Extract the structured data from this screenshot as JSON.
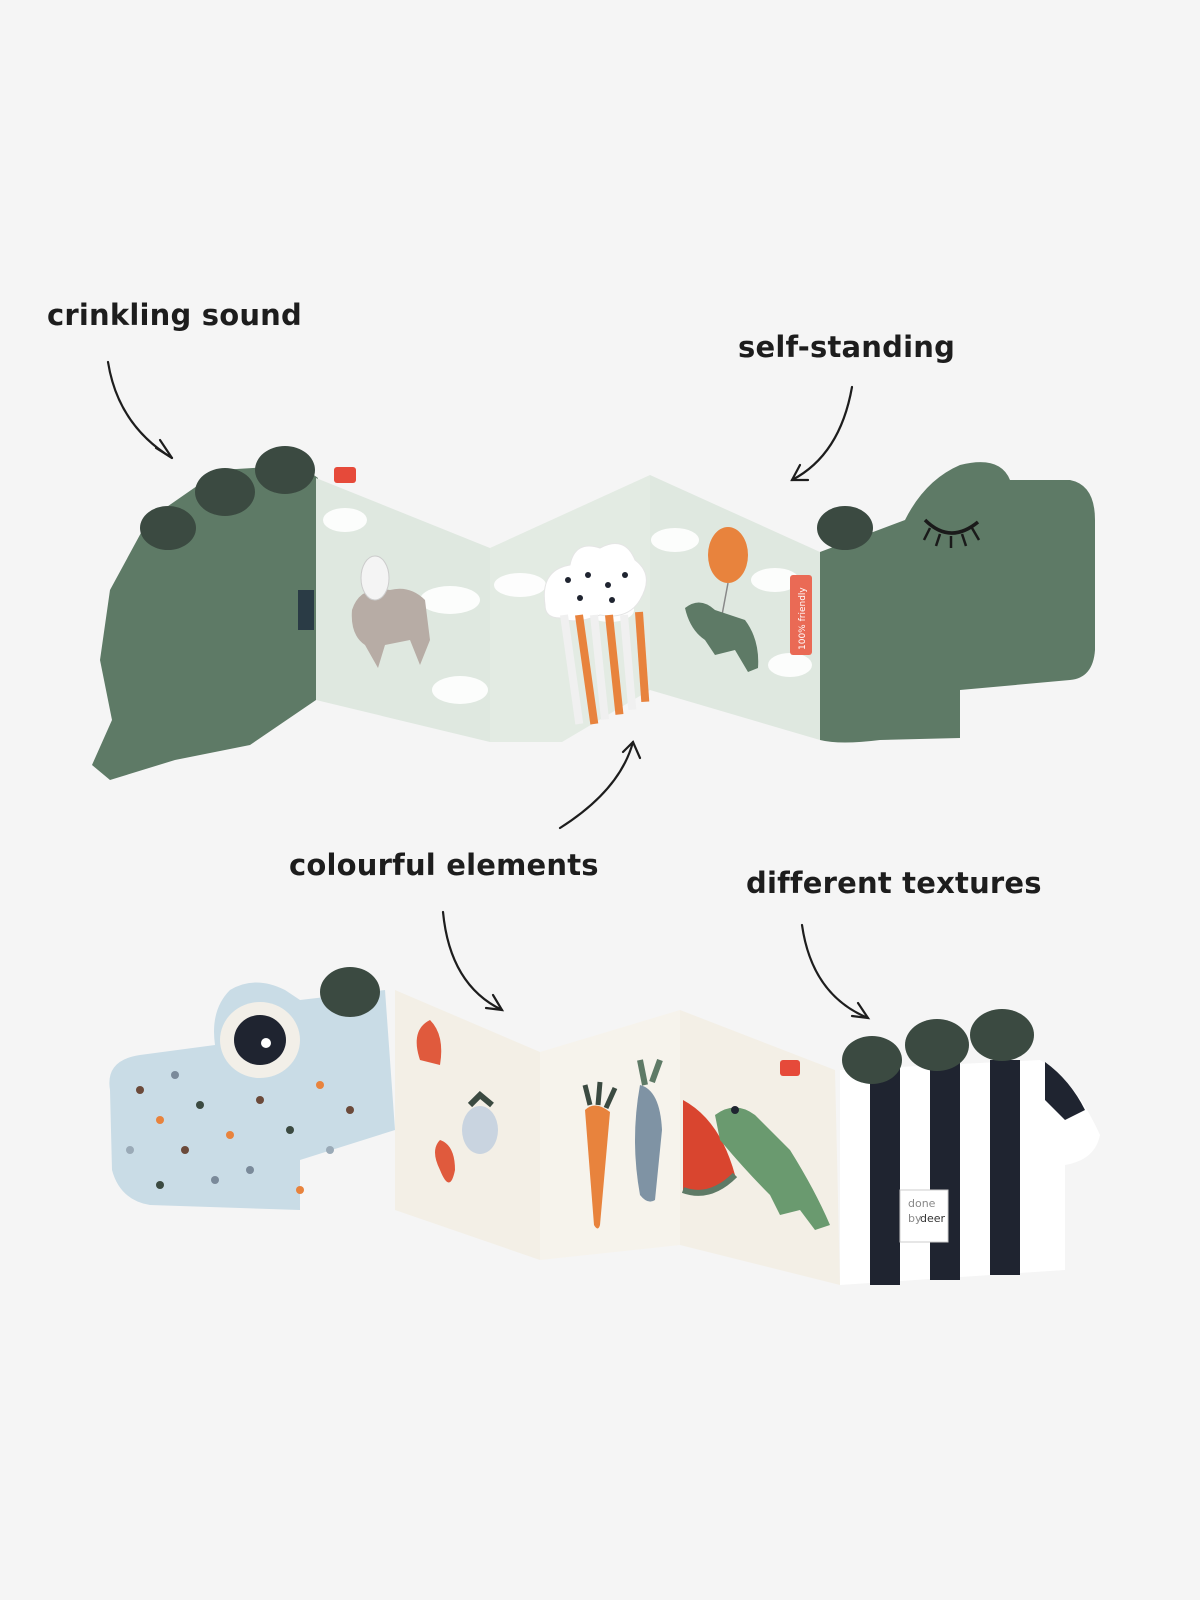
{
  "callouts": {
    "crinkling": "crinkling sound",
    "self_standing": "self-standing",
    "colourful": "colourful elements",
    "textures": "different textures"
  },
  "tags": {
    "friendly": "100% friendly",
    "brand_line1": "done",
    "brand_line2": "by",
    "brand_line3": "deer"
  },
  "colors": {
    "background": "#f5f5f5",
    "croc_green": "#5e7a66",
    "croc_dark": "#3b4a41",
    "panel_mint": "#dfe8e0",
    "panel_cream": "#f3efe6",
    "sky_blue": "#c9dce6",
    "orange": "#e8833d",
    "red_tag": "#e64a3a",
    "stripe_black": "#1f2430",
    "text": "#1d1d1d"
  },
  "products": [
    {
      "name": "top-crocodile-book",
      "view": "front"
    },
    {
      "name": "bottom-crocodile-book",
      "view": "back"
    }
  ]
}
